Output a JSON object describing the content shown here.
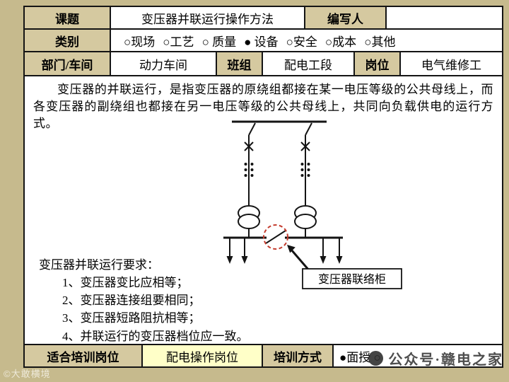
{
  "page": {
    "watermark_left": "©大敢横境",
    "watermark_right": "公众号·赣电之家",
    "bg_color": "#c6ba8d",
    "cell_bg": "#d5c9a0",
    "highlight_bg": "#ffffc8",
    "highlight_red": "#c43c2e"
  },
  "header": {
    "topic_label": "课题",
    "topic_value": "变压器并联运行操作方法",
    "author_label": "编写人",
    "author_value": "",
    "category_label": "类别",
    "categories": [
      "○现场",
      "○工艺",
      "○ 质量",
      "● 设备",
      "○安全",
      "○成本",
      "○其他"
    ],
    "dept_label": "部门/车间",
    "dept_value": "动力车间",
    "team_label": "班组",
    "team_value": "配电工段",
    "post_label": "岗位",
    "post_value": "电气维修工"
  },
  "body": {
    "intro": "变压器的并联运行，是指变压器的原绕组都接在某一电压等级的公共母线上，而各变压器的副绕组也都接在另一电压等级的公共母线上，共同向负载供电的运行方式。",
    "diagram_label": "变压器联络柜",
    "requirements_title": "变压器并联运行要求：",
    "requirements": [
      "1、变压器变比应相等；",
      "2、变压器连接组要相同；",
      "3、变压器短路阻抗相等；",
      "4、并联运行的变压器档位应一致。"
    ]
  },
  "footer": {
    "suit_label": "适合培训岗位",
    "suit_value": "配电操作岗位",
    "method_label": "培训方式",
    "method_value": "●面授 ○"
  }
}
